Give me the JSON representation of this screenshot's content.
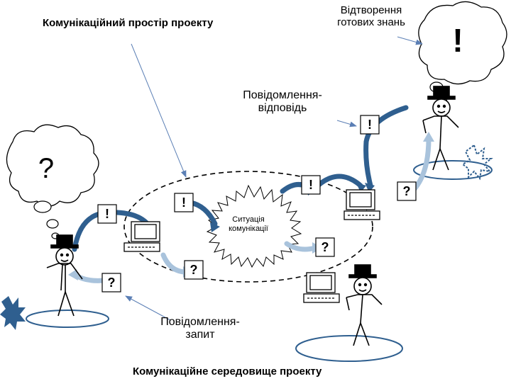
{
  "labels": {
    "space_title": "Комунікаційний простір проекту",
    "reproduction_line1": "Відтворення",
    "reproduction_line2": "готових знань",
    "reply_line1": "Повідомлення-",
    "reply_line2": "відповідь",
    "situation_line1": "Ситуація",
    "situation_line2": "комунікації",
    "request_line1": "Повідомлення-",
    "request_line2": "запит",
    "environment_title": "Комунікаційне середовище проекту"
  },
  "symbols": {
    "exclaim": "!",
    "question": "?"
  },
  "colors": {
    "arrow_dark": "#2f5f8f",
    "arrow_light": "#a9c3dc",
    "line": "#000000",
    "connector": "#5b7fb5"
  }
}
